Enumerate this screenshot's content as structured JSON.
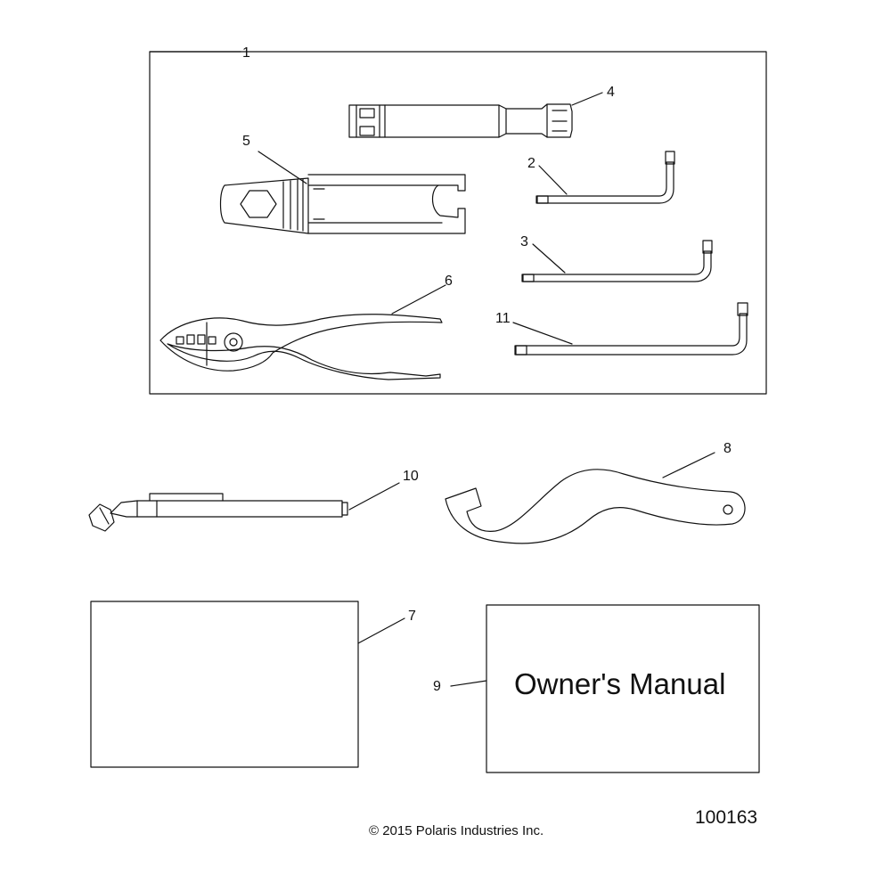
{
  "callouts": {
    "c1": "1",
    "c2": "2",
    "c3": "3",
    "c4": "4",
    "c5": "5",
    "c6": "6",
    "c7": "7",
    "c8": "8",
    "c9": "9",
    "c10": "10",
    "c11": "11"
  },
  "manual": {
    "title": "Owner's Manual"
  },
  "footer": {
    "copyright": "© 2015 Polaris Industries Inc."
  },
  "drawing_number": "100163",
  "colors": {
    "line": "#111111",
    "background": "#ffffff"
  }
}
